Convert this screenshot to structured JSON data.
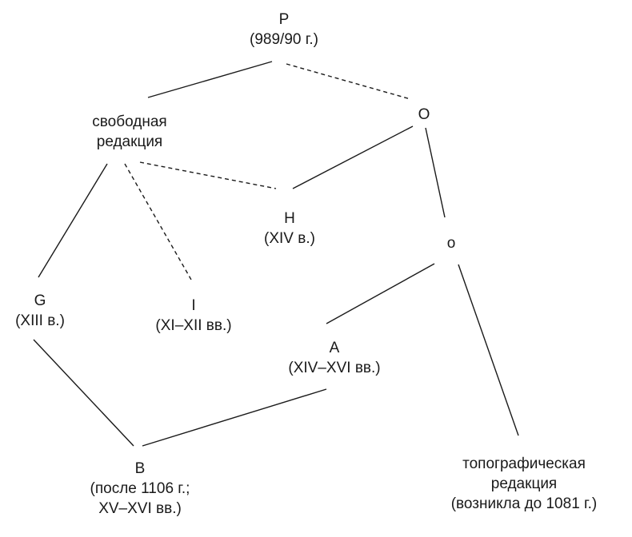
{
  "nodes": {
    "P": {
      "lines": [
        "P",
        "(989/90 г.)"
      ]
    },
    "free": {
      "lines": [
        "свободная",
        "редакция"
      ]
    },
    "O": {
      "lines": [
        "O"
      ]
    },
    "H": {
      "lines": [
        "H",
        "(XIV в.)"
      ]
    },
    "o": {
      "lines": [
        "o"
      ]
    },
    "G": {
      "lines": [
        "G",
        "(XIII в.)"
      ]
    },
    "I": {
      "lines": [
        "I",
        "(XI–XII вв.)"
      ]
    },
    "A": {
      "lines": [
        "A",
        "(XIV–XVI вв.)"
      ]
    },
    "B": {
      "lines": [
        "B",
        "(после 1106 г.;",
        "XV–XVI вв.)"
      ]
    },
    "topo": {
      "lines": [
        "топографическая",
        "редакция",
        "(возникла до 1081 г.)"
      ]
    }
  },
  "edges": [
    {
      "from": "P",
      "to": "free",
      "style": "solid"
    },
    {
      "from": "P",
      "to": "O",
      "style": "dashed"
    },
    {
      "from": "O",
      "to": "H",
      "style": "solid"
    },
    {
      "from": "O",
      "to": "o",
      "style": "solid"
    },
    {
      "from": "free",
      "to": "H",
      "style": "dashed"
    },
    {
      "from": "free",
      "to": "G",
      "style": "solid"
    },
    {
      "from": "free",
      "to": "I",
      "style": "dashed"
    },
    {
      "from": "o",
      "to": "A",
      "style": "solid"
    },
    {
      "from": "o",
      "to": "topo",
      "style": "solid"
    },
    {
      "from": "G",
      "to": "B",
      "style": "solid"
    },
    {
      "from": "A",
      "to": "B",
      "style": "solid"
    }
  ]
}
